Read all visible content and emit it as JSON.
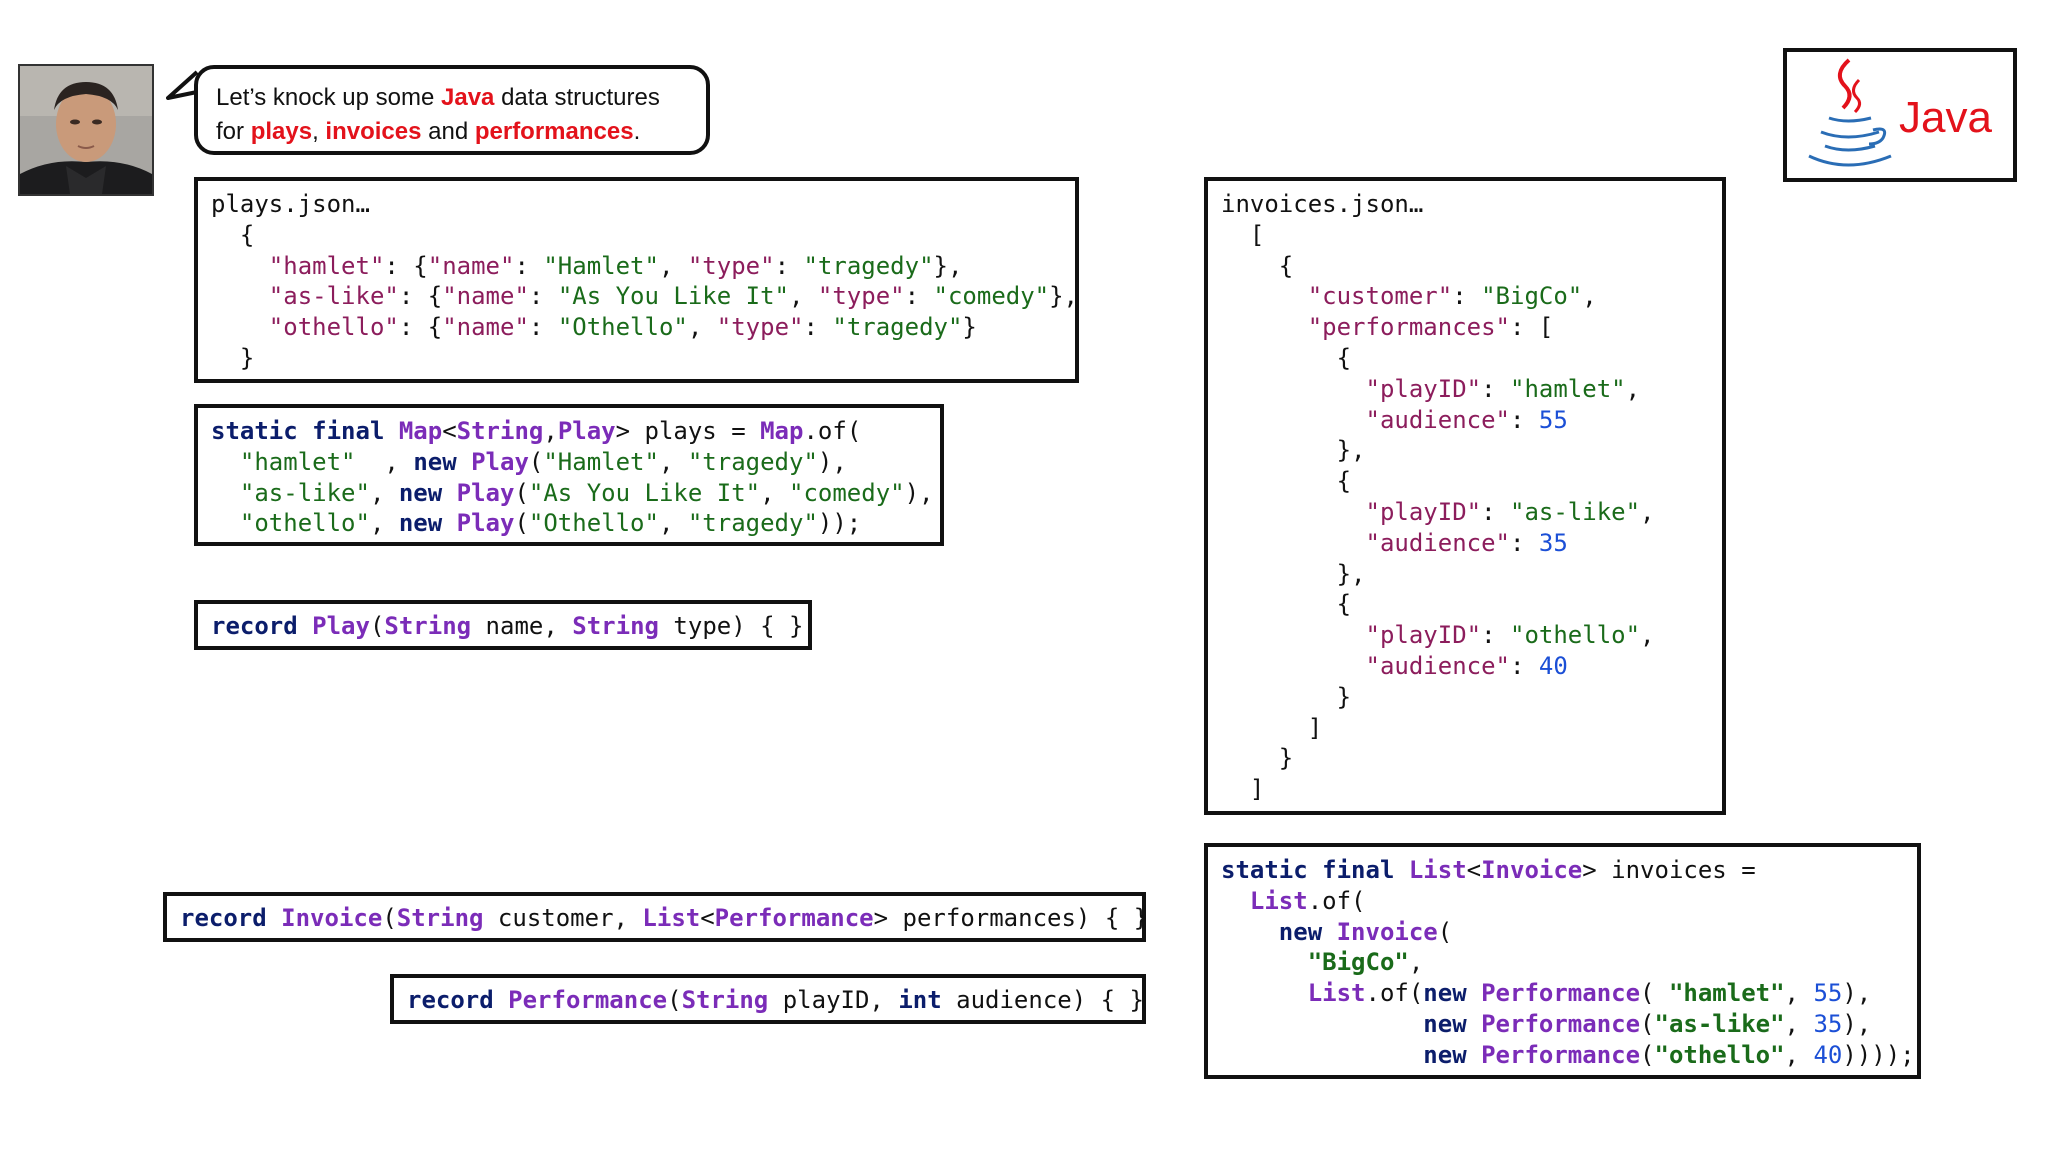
{
  "speech": {
    "part1": "Let’s knock up some ",
    "java": "Java",
    "part2": " data structures",
    "part3": "for ",
    "plays": "plays",
    "comma": ", ",
    "invoices": "invoices",
    "and": " and ",
    "performances": "performances",
    "period": "."
  },
  "logo": {
    "text": "Java"
  },
  "plays_json": {
    "filename": "plays.json…",
    "lines": [
      "  {",
      "    \"hamlet\": {\"name\": \"Hamlet\", \"type\": \"tragedy\"},",
      "    \"as-like\": {\"name\": \"As You Like It\", \"type\": \"comedy\"},",
      "    \"othello\": {\"name\": \"Othello\", \"type\": \"tragedy\"}",
      "  }"
    ]
  },
  "plays_map": {
    "line1": {
      "kw": "static final ",
      "t1": "Map",
      "p1": "<",
      "t2": "String",
      "p2": ",",
      "t3": "Play",
      "p3": "> plays = ",
      "t4": "Map",
      "p4": ".of("
    },
    "entries": [
      {
        "key": "\"hamlet\" ",
        "sep": " , ",
        "kw": "new ",
        "ty": "Play",
        "args": "(\"Hamlet\", \"tragedy\"),",
        "open": "(",
        "a1": "\"Hamlet\"",
        "c": ", ",
        "a2": "\"tragedy\"",
        "close": "),"
      },
      {
        "key": "\"as-like\"",
        "sep": ", ",
        "kw": "new ",
        "ty": "Play",
        "open": "(",
        "a1": "\"As You Like It\"",
        "c": ", ",
        "a2": "\"comedy\"",
        "close": "),"
      },
      {
        "key": "\"othello\"",
        "sep": ", ",
        "kw": "new ",
        "ty": "Play",
        "open": "(",
        "a1": "\"Othello\"",
        "c": ", ",
        "a2": "\"tragedy\"",
        "close": "));"
      }
    ]
  },
  "record_play": {
    "kw": "record ",
    "name": "Play",
    "open": "(",
    "t1": "String",
    "f1": " name, ",
    "t2": "String",
    "f2": " type) { }"
  },
  "record_invoice": {
    "kw": "record ",
    "name": "Invoice",
    "open": "(",
    "t1": "String",
    "f1": " customer, ",
    "t2": "List",
    "lt": "<",
    "t3": "Performance",
    "f2": "> performances) { }"
  },
  "record_performance": {
    "kw": "record ",
    "name": "Performance",
    "open": "(",
    "t1": "String",
    "f1": " playID, ",
    "kw2": "int",
    "f2": " audience) { }"
  },
  "invoices_json": {
    "filename": "invoices.json…",
    "customer_key": "\"customer\"",
    "customer_val": "\"BigCo\"",
    "performances_key": "\"performances\"",
    "playid_key": "\"playID\"",
    "audience_key": "\"audience\"",
    "items": [
      {
        "play": "\"hamlet\"",
        "audience": "55"
      },
      {
        "play": "\"as-like\"",
        "audience": "35"
      },
      {
        "play": "\"othello\"",
        "audience": "40"
      }
    ]
  },
  "invoices_list": {
    "l1": {
      "kw": "static final ",
      "t1": "List",
      "p1": "<",
      "t2": "Invoice",
      "p2": "> invoices ="
    },
    "l2": {
      "t": "List",
      "p": ".of("
    },
    "l3": {
      "kw": "new ",
      "t": "Invoice",
      "p": "("
    },
    "l4": {
      "s": "\"BigCo\"",
      "p": ","
    },
    "l5": {
      "t": "List",
      "p": ".of(",
      "kw": "new ",
      "t2": "Performance",
      "o": "( ",
      "s": "\"hamlet\"",
      "c": ", ",
      "n": "55",
      "e": "),"
    },
    "l6": {
      "kw": "new ",
      "t2": "Performance",
      "o": "(",
      "s": "\"as-like\"",
      "c": ", ",
      "n": "35",
      "e": "),"
    },
    "l7": {
      "kw": "new ",
      "t2": "Performance",
      "o": "(",
      "s": "\"othello\"",
      "c": ", ",
      "n": "40",
      "e": "))));"
    }
  }
}
